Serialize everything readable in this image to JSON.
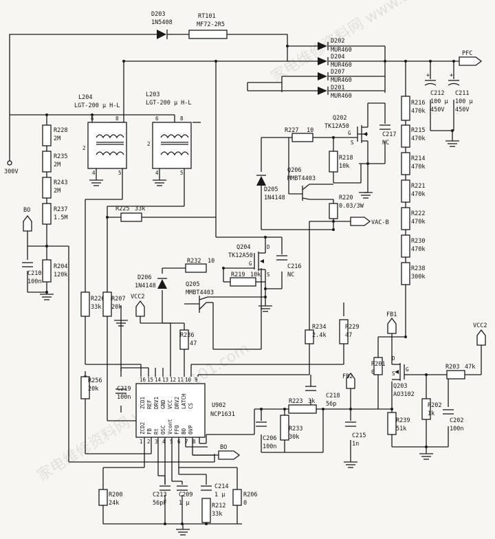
{
  "watermark": "家电维修资料网 www.520101.com",
  "diodes": {
    "d203": {
      "ref": "D203",
      "part": "1N5408"
    },
    "d202": {
      "ref": "D202",
      "part": "MUR460"
    },
    "d204": {
      "ref": "D204",
      "part": "MUR460"
    },
    "d207": {
      "ref": "D207",
      "part": "MUR460"
    },
    "d201": {
      "ref": "D201",
      "part": "MUR460"
    },
    "d205": {
      "ref": "D205",
      "part": "1N4148"
    },
    "d206": {
      "ref": "D206",
      "part": "1N4148"
    }
  },
  "thermistor": {
    "ref": "RT101",
    "part": "MF72-2R5"
  },
  "inductors": {
    "l204": {
      "ref": "L204",
      "part": "LGT-200 μ H-L",
      "pins": [
        "6",
        "8",
        "2",
        "4",
        "5"
      ]
    },
    "l203": {
      "ref": "L203",
      "part": "LGT-200 μ H-L",
      "pins": [
        "6",
        "8",
        "2",
        "4",
        "5"
      ]
    }
  },
  "transistors": {
    "q202": {
      "ref": "Q202",
      "part": "TK12A50",
      "g": "G",
      "s": "S"
    },
    "q204": {
      "ref": "Q204",
      "part": "TK12A50",
      "d": "D",
      "g": "G",
      "s": "S"
    },
    "q206": {
      "ref": "Q206",
      "part": "MMBT4403"
    },
    "q205": {
      "ref": "Q205",
      "part": "MMBT4403"
    },
    "q203": {
      "ref": "Q203",
      "part": "AO3102",
      "d": "D",
      "g": "G",
      "s": "S"
    }
  },
  "resistors": {
    "r228": {
      "ref": "R228",
      "val": "2M"
    },
    "r235": {
      "ref": "R235",
      "val": "2M"
    },
    "r243": {
      "ref": "R243",
      "val": "2M"
    },
    "r237": {
      "ref": "R237",
      "val": "1.5M"
    },
    "r204": {
      "ref": "R204",
      "val": "120k"
    },
    "r227": {
      "ref": "R227",
      "val": "10"
    },
    "r218": {
      "ref": "R218",
      "val": "10k"
    },
    "r220": {
      "ref": "R220",
      "val": "0.03/3W"
    },
    "r225": {
      "ref": "R225",
      "val": "33k"
    },
    "r232": {
      "ref": "R232",
      "val": "10"
    },
    "r219": {
      "ref": "R219",
      "val": "10k"
    },
    "r226": {
      "ref": "R226",
      "val": "33k"
    },
    "r207": {
      "ref": "R207",
      "val": "20k"
    },
    "r236": {
      "ref": "R236",
      "val": "47"
    },
    "r234": {
      "ref": "R234",
      "val": "2.4k"
    },
    "r229": {
      "ref": "R229",
      "val": "47"
    },
    "r256": {
      "ref": "R256",
      "val": "20k"
    },
    "r223": {
      "ref": "R223",
      "val": "3k"
    },
    "r233": {
      "ref": "R233",
      "val": "30k"
    },
    "r201": {
      "ref": "R201",
      "val": "0"
    },
    "r203": {
      "ref": "R203",
      "val": "47k"
    },
    "r202": {
      "ref": "R202",
      "val": "1k"
    },
    "r239": {
      "ref": "R239",
      "val": "51k"
    },
    "r200": {
      "ref": "R200",
      "val": "24k"
    },
    "r212": {
      "ref": "R212",
      "val": "33k"
    },
    "r206": {
      "ref": "R206",
      "val": "0"
    },
    "r216": {
      "ref": "R216",
      "val": "470k"
    },
    "r215": {
      "ref": "R215",
      "val": "470k"
    },
    "r214": {
      "ref": "R214",
      "val": "470k"
    },
    "r221": {
      "ref": "R221",
      "val": "470k"
    },
    "r222": {
      "ref": "R222",
      "val": "470k"
    },
    "r230": {
      "ref": "R230",
      "val": "470k"
    },
    "r238": {
      "ref": "R238",
      "val": "300k"
    }
  },
  "capacitors": {
    "c212": {
      "ref": "C212",
      "val": "100 μ",
      "v": "450V"
    },
    "c211": {
      "ref": "C211",
      "val": "100 μ",
      "v": "450V"
    },
    "c217": {
      "ref": "C217",
      "val": "NC"
    },
    "c216": {
      "ref": "C216",
      "val": "NC"
    },
    "c210": {
      "ref": "C210",
      "val": "100n"
    },
    "c219": {
      "ref": "C219",
      "val": "100n"
    },
    "c218": {
      "ref": "C218",
      "val": "56p"
    },
    "c206": {
      "ref": "C206",
      "val": "100n"
    },
    "c215": {
      "ref": "C215",
      "val": "1n"
    },
    "c202": {
      "ref": "C202",
      "val": "100n"
    },
    "c213": {
      "ref": "C213",
      "val": "56pF"
    },
    "c209": {
      "ref": "C209",
      "val": "1 μ"
    },
    "c214": {
      "ref": "C214",
      "val": "1 μ"
    }
  },
  "ic": {
    "ref": "U902",
    "part": "NCP1631",
    "top_pins": [
      "ZCD1",
      "REF",
      "DRV1",
      "GND",
      "VCC",
      "DRV2",
      "LATCH",
      "CS"
    ],
    "top_nums": [
      "16",
      "15",
      "14",
      "13",
      "12",
      "11",
      "10",
      "9"
    ],
    "bottom_pins": [
      "ZCD2",
      "FB",
      "Rt",
      "OSC",
      "Vcont",
      "FFO",
      "BO",
      "OVP"
    ],
    "bottom_nums": [
      "1",
      "2",
      "3",
      "4",
      "5",
      "6",
      "7",
      "8"
    ]
  },
  "nets": {
    "pfc": "PFC",
    "v300": "300V",
    "bo_in": "BO",
    "bo_out": "BO",
    "vacb": "VAC-B",
    "vcc2_a": "VCC2",
    "vcc2_b": "VCC2",
    "fb1": "FB1",
    "fb2": "FB2"
  }
}
